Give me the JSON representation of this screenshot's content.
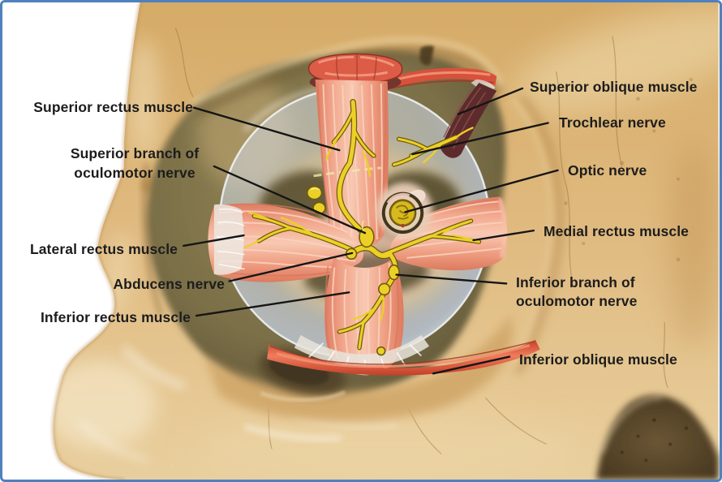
{
  "frame": {
    "border_color": "#4f81bd",
    "background_color": "#ffffff"
  },
  "labels": {
    "left": [
      {
        "lines": [
          "Superior rectus muscle"
        ]
      },
      {
        "lines": [
          "Superior branch of",
          "oculomotor nerve"
        ]
      },
      {
        "lines": [
          "Lateral rectus muscle"
        ]
      },
      {
        "lines": [
          "Abducens nerve"
        ]
      },
      {
        "lines": [
          "Inferior rectus muscle"
        ]
      }
    ],
    "right": [
      {
        "lines": [
          "Superior oblique muscle"
        ]
      },
      {
        "lines": [
          "Trochlear nerve"
        ]
      },
      {
        "lines": [
          "Optic nerve"
        ]
      },
      {
        "lines": [
          "Medial rectus muscle"
        ]
      },
      {
        "lines": [
          "Inferior branch of",
          "oculomotor nerve"
        ]
      },
      {
        "lines": [
          "Inferior oblique muscle"
        ]
      }
    ]
  },
  "colors": {
    "frame_border": "#4f81bd",
    "background_white": "#ffffff",
    "bone_tan": "#dcb477",
    "bone_highlight": "#f0ddb2",
    "bone_shadow": "#b3804a",
    "orbital_cavity_olive": "#6d6240",
    "muscle_pink": "#f0997d",
    "muscle_striation": "#f8cdb8",
    "muscle_red": "#d84b32",
    "superior_oblique_dark": "#5e2b2d",
    "nerve_yellow": "#ecd028",
    "nerve_outline": "#6e5c08",
    "globe_capsule_blue": "#c7d0da",
    "tendon_white": "#e9e5dc",
    "fissure_dark": "#54452a",
    "nasal_dark": "#4e3c22",
    "label_text": "#1c1c1c",
    "leader_line": "#151515"
  }
}
